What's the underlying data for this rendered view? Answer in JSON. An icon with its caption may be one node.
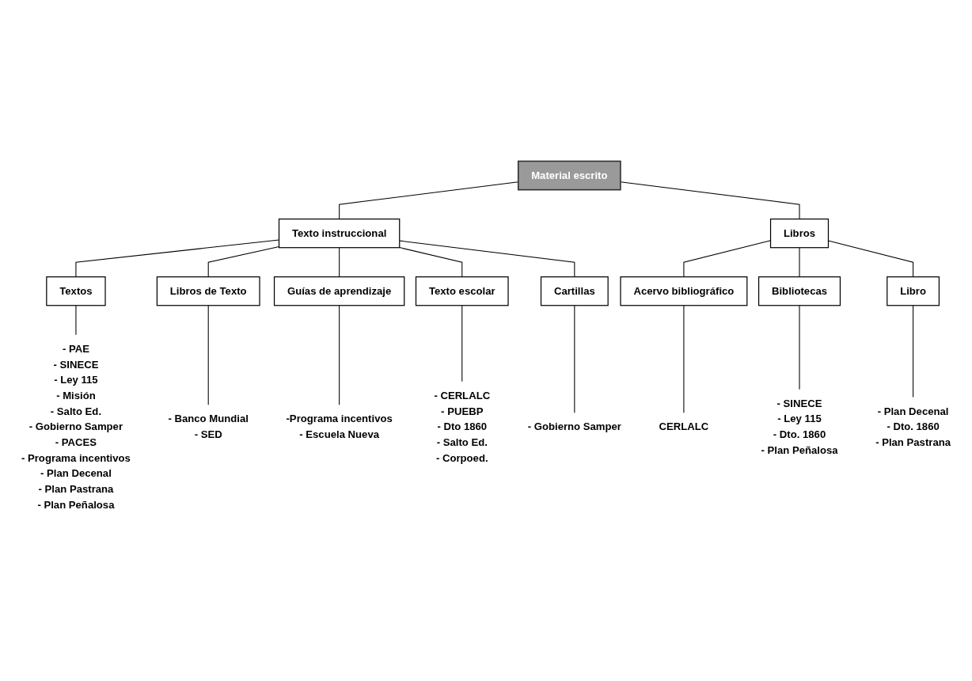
{
  "diagram": {
    "nodes": [
      {
        "text": [
          "Material escrito"
        ]
      },
      {
        "text": [
          "Texto instruccional"
        ]
      },
      {
        "text": [
          "Libros"
        ]
      },
      {
        "text": [
          "Textos"
        ]
      },
      {
        "text": [
          "Libros de Texto"
        ]
      },
      {
        "text": [
          "Guías de aprendizaje"
        ]
      },
      {
        "text": [
          "Texto escolar"
        ]
      },
      {
        "text": [
          "Cartillas"
        ]
      },
      {
        "text": [
          "Acervo bibliográfico"
        ]
      },
      {
        "text": [
          "Bibliotecas"
        ]
      },
      {
        "text": [
          "Libro"
        ]
      },
      {
        "text": [
          "- PAE",
          "- SINECE",
          "- Ley 115",
          "- Misión",
          "- Salto Ed.",
          "- Gobierno Samper",
          "- PACES",
          "- Programa incentivos",
          "- Plan Decenal",
          "- Plan Pastrana",
          "- Plan Peñalosa"
        ]
      },
      {
        "text": [
          "- Banco Mundial",
          "- SED"
        ]
      },
      {
        "text": [
          "-Programa incentivos",
          "- Escuela Nueva"
        ]
      },
      {
        "text": [
          "- CERLALC",
          "- PUEBP",
          "- Dto 1860",
          "- Salto Ed.",
          "- Corpoed."
        ]
      },
      {
        "text": [
          "- Gobierno Samper"
        ]
      },
      {
        "text": [
          "CERLALC"
        ]
      },
      {
        "text": [
          "- SINECE",
          "- Ley 115",
          "- Dto. 1860",
          "- Plan Peñalosa"
        ]
      },
      {
        "text": [
          "- Plan Decenal",
          "- Dto. 1860",
          "- Plan Pastrana"
        ]
      }
    ],
    "edges": [
      {
        "from": 0,
        "to": 1,
        "arrow": "none"
      },
      {
        "from": 0,
        "to": 2,
        "arrow": "none"
      },
      {
        "from": 1,
        "to": 3,
        "arrow": "none"
      },
      {
        "from": 1,
        "to": 4,
        "arrow": "none"
      },
      {
        "from": 1,
        "to": 5,
        "arrow": "none"
      },
      {
        "from": 1,
        "to": 6,
        "arrow": "none"
      },
      {
        "from": 1,
        "to": 7,
        "arrow": "none"
      },
      {
        "from": 2,
        "to": 8,
        "arrow": "none"
      },
      {
        "from": 2,
        "to": 9,
        "arrow": "none"
      },
      {
        "from": 2,
        "to": 10,
        "arrow": "none"
      },
      {
        "from": 3,
        "to": 11,
        "arrow": "none"
      },
      {
        "from": 4,
        "to": 12,
        "arrow": "none"
      },
      {
        "from": 5,
        "to": 13,
        "arrow": "none"
      },
      {
        "from": 6,
        "to": 14,
        "arrow": "none"
      },
      {
        "from": 7,
        "to": 15,
        "arrow": "none"
      },
      {
        "from": 8,
        "to": 16,
        "arrow": "none"
      },
      {
        "from": 9,
        "to": 17,
        "arrow": "none"
      },
      {
        "from": 10,
        "to": 18,
        "arrow": "none"
      }
    ]
  }
}
